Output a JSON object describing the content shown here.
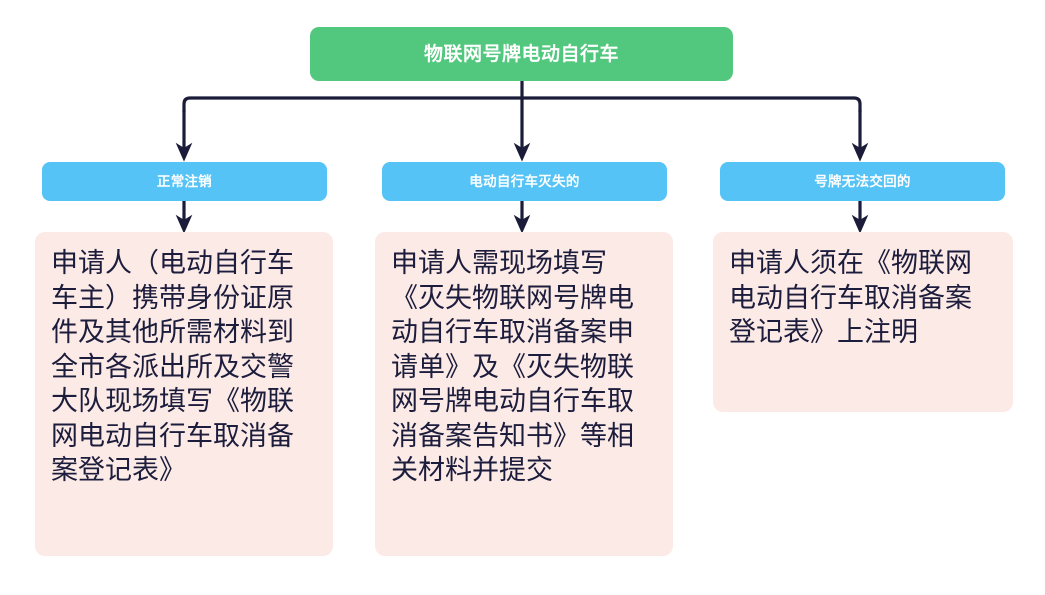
{
  "diagram": {
    "type": "flowchart",
    "orientation": "top-down",
    "title_node": {
      "label": "物联网号牌电动自行车",
      "color": "#52C77E",
      "text_color": "#FFFFFF"
    },
    "branches": [
      {
        "category": "正常注销",
        "category_color": "#55C3F5",
        "detail": "申请人（电动自行车车主）携带身份证原件及其他所需材料到全市各派出所及交警大队现场填写《物联网电动自行车取消备案登记表》",
        "detail_color": "#FBEAE6"
      },
      {
        "category": "电动自行车灭失的",
        "category_color": "#55C3F5",
        "detail": "申请人需现场填写《灭失物联网号牌电动自行车取消备案申请单》及《灭失物联网号牌电动自行车取消备案告知书》等相关材料并提交",
        "detail_color": "#FBEAE6"
      },
      {
        "category": "号牌无法交回的",
        "category_color": "#55C3F5",
        "detail": "申请人须在《物联网电动自行车取消备案登记表》上注明",
        "detail_color": "#FBEAE6"
      }
    ],
    "connector_color": "#1B1B3A",
    "background_color": "#FFFFFF"
  }
}
